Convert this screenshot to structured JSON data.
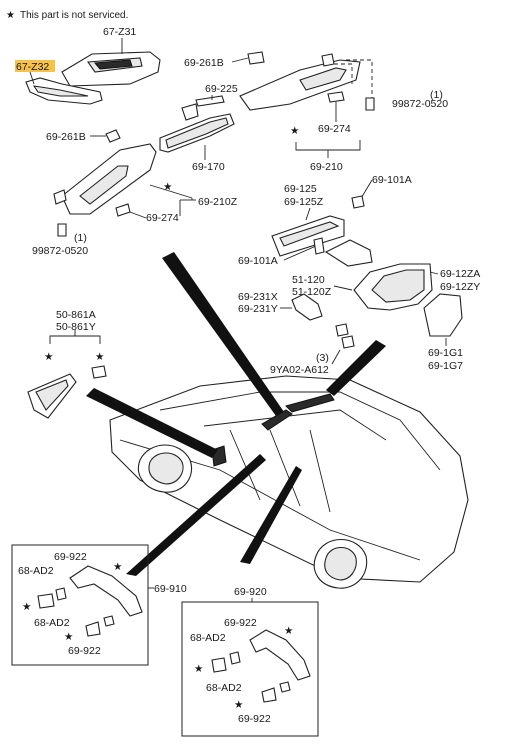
{
  "note": {
    "star": "★",
    "text": "This part is not serviced."
  },
  "labels": {
    "z31": "67-Z31",
    "z32": "67-Z32",
    "a261b_left": "69-261B",
    "a261b_right": "69-261B",
    "a225": "69-225",
    "a170": "69-170",
    "a274_right": "69-274",
    "a210": "69-210",
    "a210z": "69-210Z",
    "a274_left": "69-274",
    "bolt_left_qty": "(1)",
    "bolt_left": "99872-0520",
    "bolt_right_qty": "(1)",
    "bolt_right": "99872-0520",
    "a101a_top": "69-101A",
    "a125": "69-125",
    "a125z": "69-125Z",
    "a101a_mid": "69-101A",
    "a120": "51-120",
    "a120z": "51-120Z",
    "a12za": "69-12ZA",
    "a12zy": "69-12ZY",
    "a231x": "69-231X",
    "a231y": "69-231Y",
    "a1g1": "69-1G1",
    "a1g7": "69-1G7",
    "screw_qty": "(3)",
    "screw": "9YA02-A612",
    "q861a": "50-861A",
    "q861y": "50-861Y",
    "g910": "69-910",
    "g910_922_top": "69-922",
    "g910_ad2_top": "68-AD2",
    "g910_ad2_bot": "68-AD2",
    "g910_922_bot": "69-922",
    "g920": "69-920",
    "g920_922_top": "69-922",
    "g920_ad2_top": "68-AD2",
    "g920_ad2_bot": "68-AD2",
    "g920_922_bot": "69-922"
  },
  "colors": {
    "highlight": "#f6c24a",
    "line": "#222222"
  },
  "icons": {
    "not_serviced_marker": "star-icon"
  }
}
